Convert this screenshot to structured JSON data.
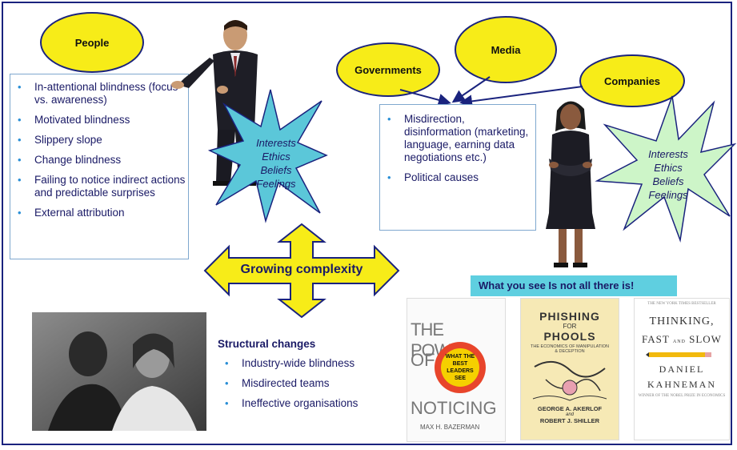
{
  "ovals": {
    "people": "People",
    "governments": "Governments",
    "media": "Media",
    "companies": "Companies"
  },
  "people_list": [
    "In-attentional blindness (focus vs. awareness)",
    "Motivated blindness",
    "Slippery slope",
    "Change blindness",
    "Failing to notice indirect actions and predictable surprises",
    "External attribution"
  ],
  "media_list": [
    "Misdirection, disinformation (marketing, language, earning data negotiations etc.)",
    "Political causes"
  ],
  "star_left": [
    "Interests",
    "Ethics",
    "Beliefs",
    "Feelings"
  ],
  "star_right": [
    "Interests",
    "Ethics",
    "Beliefs",
    "Feelings"
  ],
  "center_label": "Growing complexity",
  "banner": "What you see Is not all there is!",
  "structural": {
    "title": "Structural changes",
    "items": [
      "Industry-wide blindness",
      "Misdirected teams",
      "Ineffective organisations"
    ]
  },
  "books": {
    "power": {
      "title1": "THE POWER",
      "title2": "OF",
      "title3": "NOTICING",
      "badge": "WHAT THE BEST LEADERS SEE",
      "author": "MAX H. BAZERMAN"
    },
    "phishing": {
      "title1": "PHISHING",
      "title2": "FOR",
      "title3": "PHOOLS",
      "subtitle": "THE ECONOMICS OF MANIPULATION & DECEPTION",
      "author1": "GEORGE A. AKERLOF",
      "and": "and",
      "author2": "ROBERT J. SHILLER"
    },
    "thinking": {
      "top": "THE NEW YORK TIMES BESTSELLER",
      "title1": "THINKING,",
      "title2a": "FAST",
      "title2b": "AND",
      "title2c": "SLOW",
      "author1": "DANIEL",
      "author2": "KAHNEMAN",
      "tagline": "WINNER OF THE NOBEL PRIZE IN ECONOMICS"
    }
  },
  "colors": {
    "oval": "#f7ec18",
    "star_left": "#5bc7d9",
    "star_right": "#cdf5c8",
    "arrow": "#f7ec18",
    "banner": "#5fcfe0",
    "navy": "#1a237e"
  }
}
